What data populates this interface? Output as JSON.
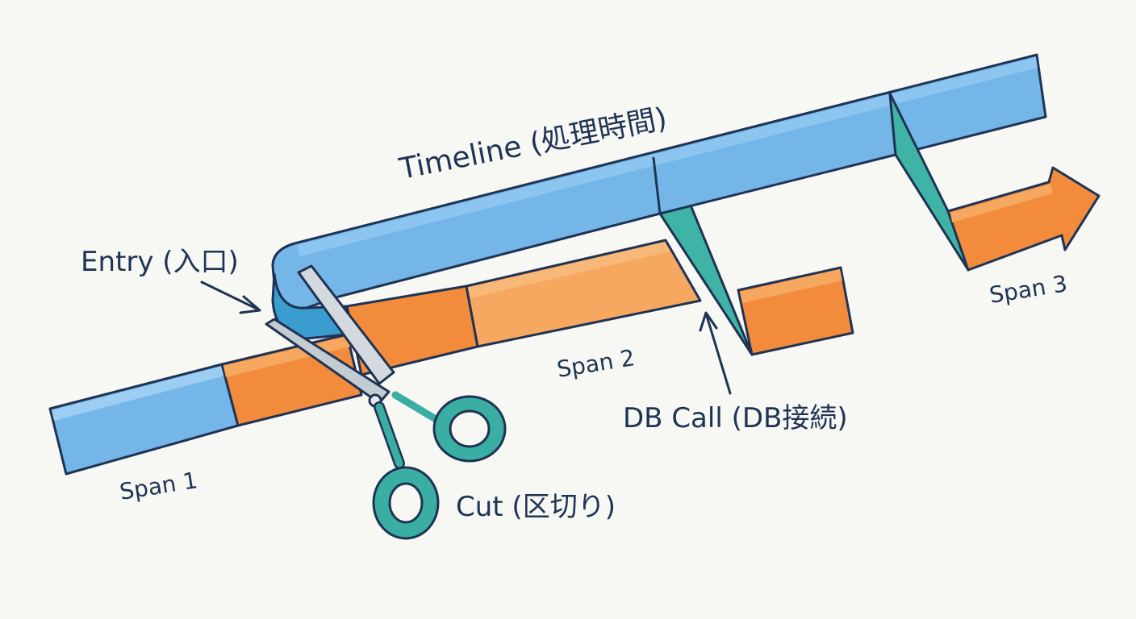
{
  "colors": {
    "timeline_blue": "#74b6e8",
    "timeline_blue_light": "#8cc5ef",
    "span_orange": "#f28b3c",
    "span_orange_light": "#f6a760",
    "fold_teal": "#3fb4a6",
    "scissor_teal": "#3aaea2",
    "scissor_blade": "#d3d9de",
    "ink": "#1f3354",
    "background": "#f7f7f3"
  },
  "labels": {
    "timeline": "Timeline (処理時間)",
    "entry": "Entry (入口)",
    "span1": "Span 1",
    "span2": "Span 2",
    "span3": "Span 3",
    "db_call": "DB Call (DB接続)",
    "cut": "Cut (区切り)"
  },
  "icons": {
    "scissors": "scissors-icon",
    "arrowhead": "arrowhead-icon"
  }
}
